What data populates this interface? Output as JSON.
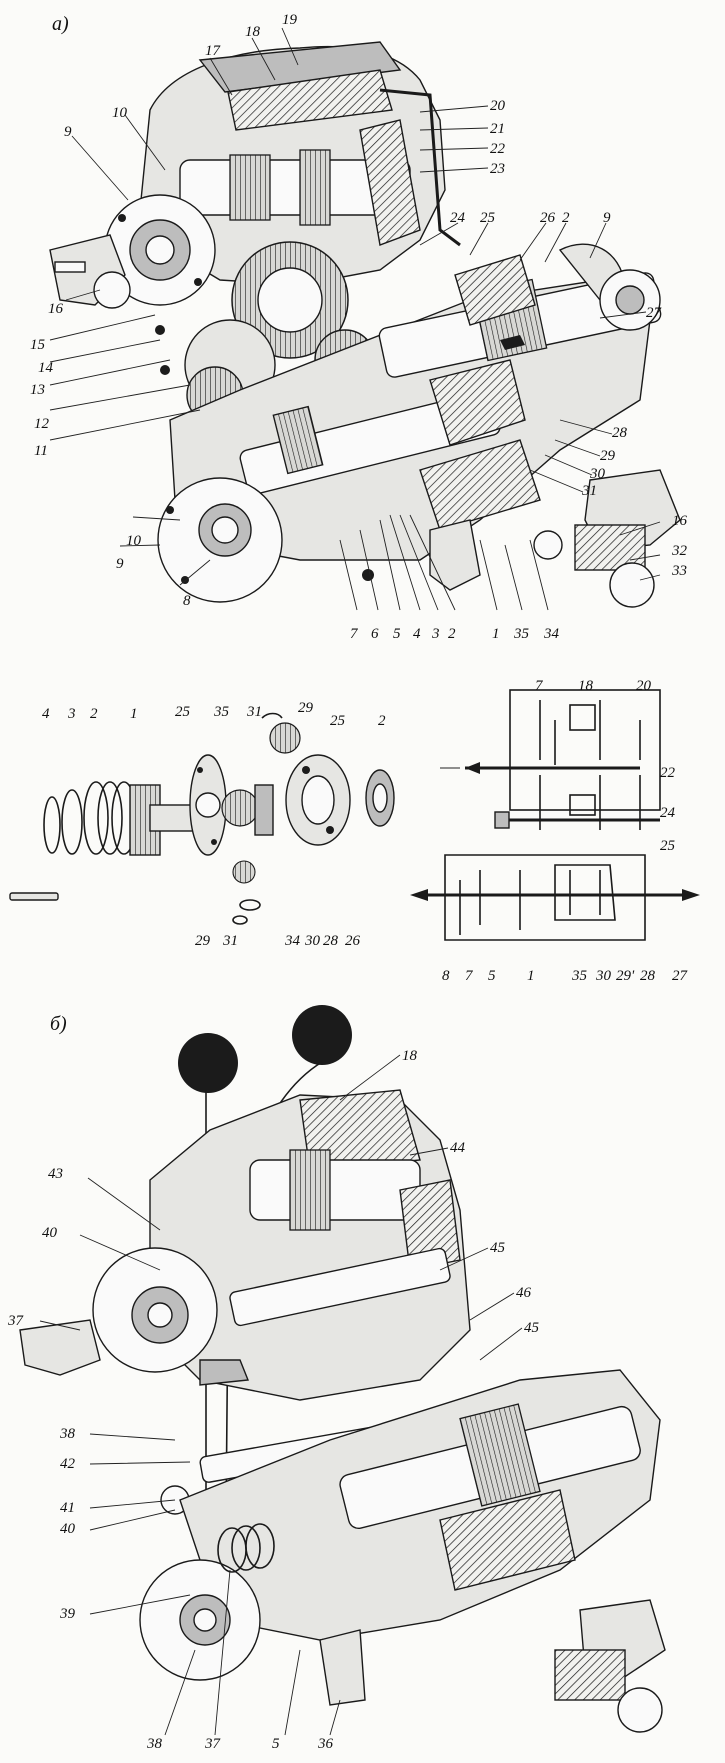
{
  "panel_a": {
    "marker": "а)",
    "callouts": [
      {
        "text": "19"
      },
      {
        "text": "18"
      },
      {
        "text": "17"
      },
      {
        "text": "10"
      },
      {
        "text": "9"
      },
      {
        "text": "20"
      },
      {
        "text": "21"
      },
      {
        "text": "22"
      },
      {
        "text": "23"
      },
      {
        "text": "24"
      },
      {
        "text": "25"
      },
      {
        "text": "26"
      },
      {
        "text": "2"
      },
      {
        "text": "9"
      },
      {
        "text": "27"
      },
      {
        "text": "16"
      },
      {
        "text": "15"
      },
      {
        "text": "14"
      },
      {
        "text": "13"
      },
      {
        "text": "12"
      },
      {
        "text": "11"
      },
      {
        "text": "10"
      },
      {
        "text": "9"
      },
      {
        "text": "8"
      },
      {
        "text": "7"
      },
      {
        "text": "6"
      },
      {
        "text": "5"
      },
      {
        "text": "4"
      },
      {
        "text": "3"
      },
      {
        "text": "2"
      },
      {
        "text": "1"
      },
      {
        "text": "35"
      },
      {
        "text": "34"
      },
      {
        "text": "28"
      },
      {
        "text": "29"
      },
      {
        "text": "30"
      },
      {
        "text": "31"
      },
      {
        "text": "16"
      },
      {
        "text": "32"
      },
      {
        "text": "33"
      }
    ]
  },
  "exploded": {
    "callouts": [
      {
        "text": "4"
      },
      {
        "text": "3"
      },
      {
        "text": "2"
      },
      {
        "text": "1"
      },
      {
        "text": "25"
      },
      {
        "text": "35"
      },
      {
        "text": "31"
      },
      {
        "text": "29"
      },
      {
        "text": "25"
      },
      {
        "text": "2"
      },
      {
        "text": "29"
      },
      {
        "text": "31"
      },
      {
        "text": "34"
      },
      {
        "text": "30"
      },
      {
        "text": "28"
      },
      {
        "text": "26"
      }
    ]
  },
  "kinematic": {
    "callouts": [
      {
        "text": "7"
      },
      {
        "text": "18"
      },
      {
        "text": "20"
      },
      {
        "text": "22"
      },
      {
        "text": "24"
      },
      {
        "text": "25"
      },
      {
        "text": "8"
      },
      {
        "text": "7"
      },
      {
        "text": "5"
      },
      {
        "text": "1"
      },
      {
        "text": "35"
      },
      {
        "text": "30"
      },
      {
        "text": "29'"
      },
      {
        "text": "28"
      },
      {
        "text": "27"
      }
    ]
  },
  "panel_b": {
    "marker": "б)",
    "callouts": [
      {
        "text": "18"
      },
      {
        "text": "44"
      },
      {
        "text": "43"
      },
      {
        "text": "40"
      },
      {
        "text": "45"
      },
      {
        "text": "46"
      },
      {
        "text": "45"
      },
      {
        "text": "37"
      },
      {
        "text": "38"
      },
      {
        "text": "42"
      },
      {
        "text": "41"
      },
      {
        "text": "40"
      },
      {
        "text": "39"
      },
      {
        "text": "38"
      },
      {
        "text": "37"
      },
      {
        "text": "5"
      },
      {
        "text": "36"
      }
    ]
  }
}
